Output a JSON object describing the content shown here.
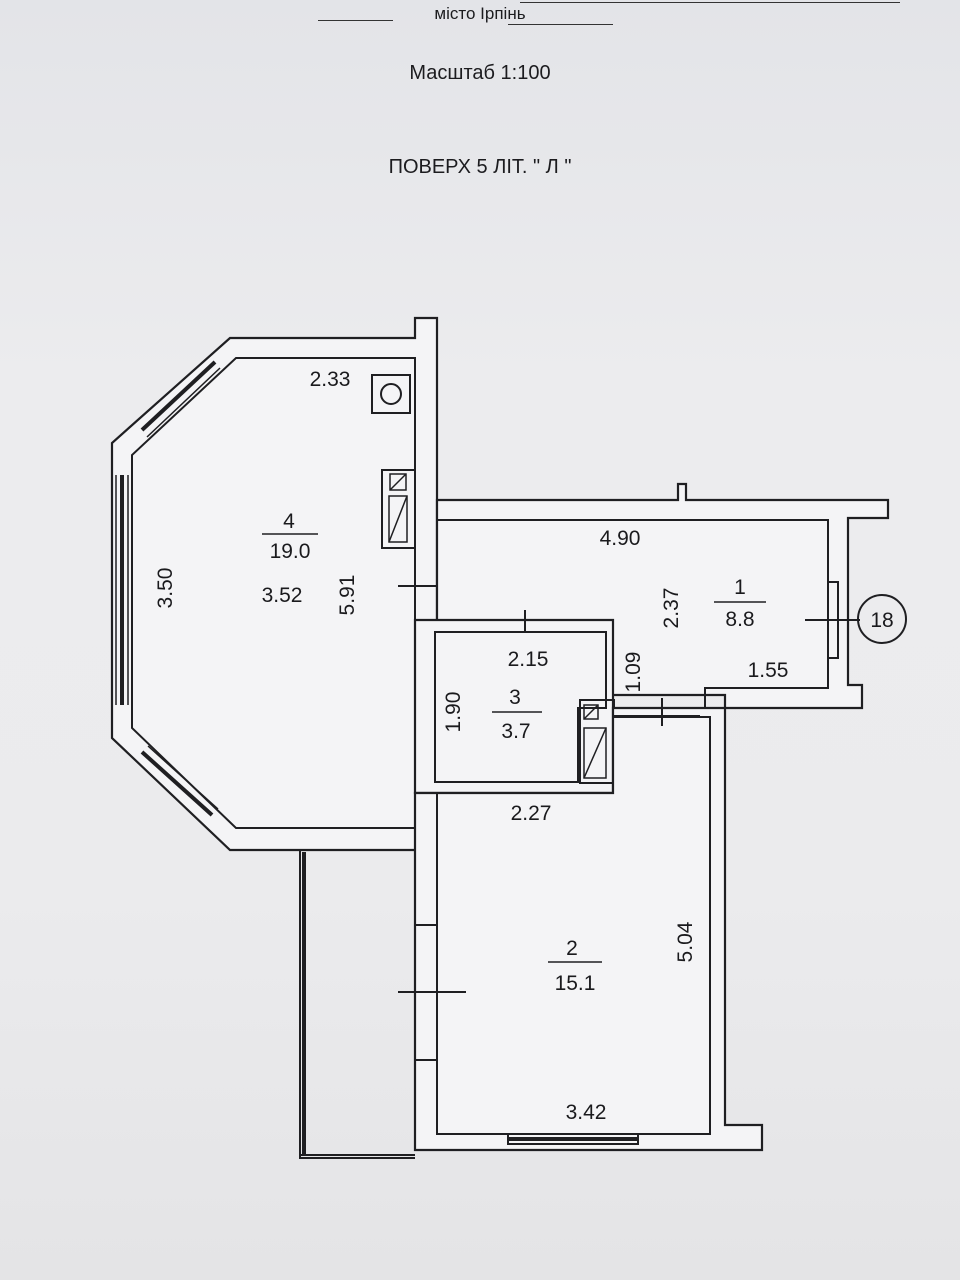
{
  "header": {
    "city": "місто Ірпінь",
    "scale": "Масштаб 1:100",
    "floor": "ПОВЕРХ 5 ЛІТ. \" Л \""
  },
  "rooms": [
    {
      "number": "4",
      "area": "19.0"
    },
    {
      "number": "1",
      "area": "8.8"
    },
    {
      "number": "3",
      "area": "3.7"
    },
    {
      "number": "2",
      "area": "15.1"
    }
  ],
  "dimensions": {
    "r4_top": "2.33",
    "r4_window_wall": "3.50",
    "r4_width": "3.52",
    "r4_height": "5.91",
    "r1_length": "4.90",
    "r1_height": "2.37",
    "r1_passage": "1.09",
    "r1_bottom": "1.55",
    "r3_width": "2.15",
    "r3_height": "1.90",
    "r2_top": "2.27",
    "r2_height": "5.04",
    "r2_bottom": "3.42"
  },
  "entrance_marker": "18"
}
